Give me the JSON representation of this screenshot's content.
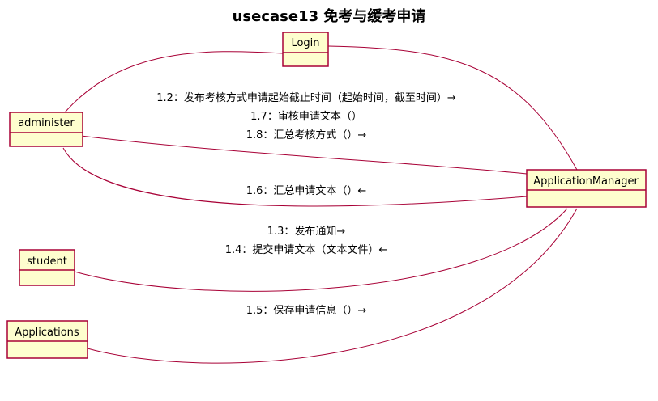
{
  "title": "usecase13 免考与缓考申请",
  "objects": {
    "login": "Login",
    "administer": "administer",
    "application_manager": "ApplicationManager",
    "student": "student",
    "applications": "Applications"
  },
  "messages": {
    "m12": "1.2：发布考核方式申请起始截止时间（起始时间，截至时间）→",
    "m17": "1.7：审核申请文本（）",
    "m18": "1.8：汇总考核方式（）→",
    "m16": "1.6：汇总申请文本（）←",
    "m13": "1.3：发布通知→",
    "m14": "1.4：提交申请文本（文本文件）←",
    "m15": "1.5：保存申请信息（）→"
  },
  "colors": {
    "object_fill": "#FEFECE",
    "object_border": "#A80036",
    "link": "#A80036"
  }
}
